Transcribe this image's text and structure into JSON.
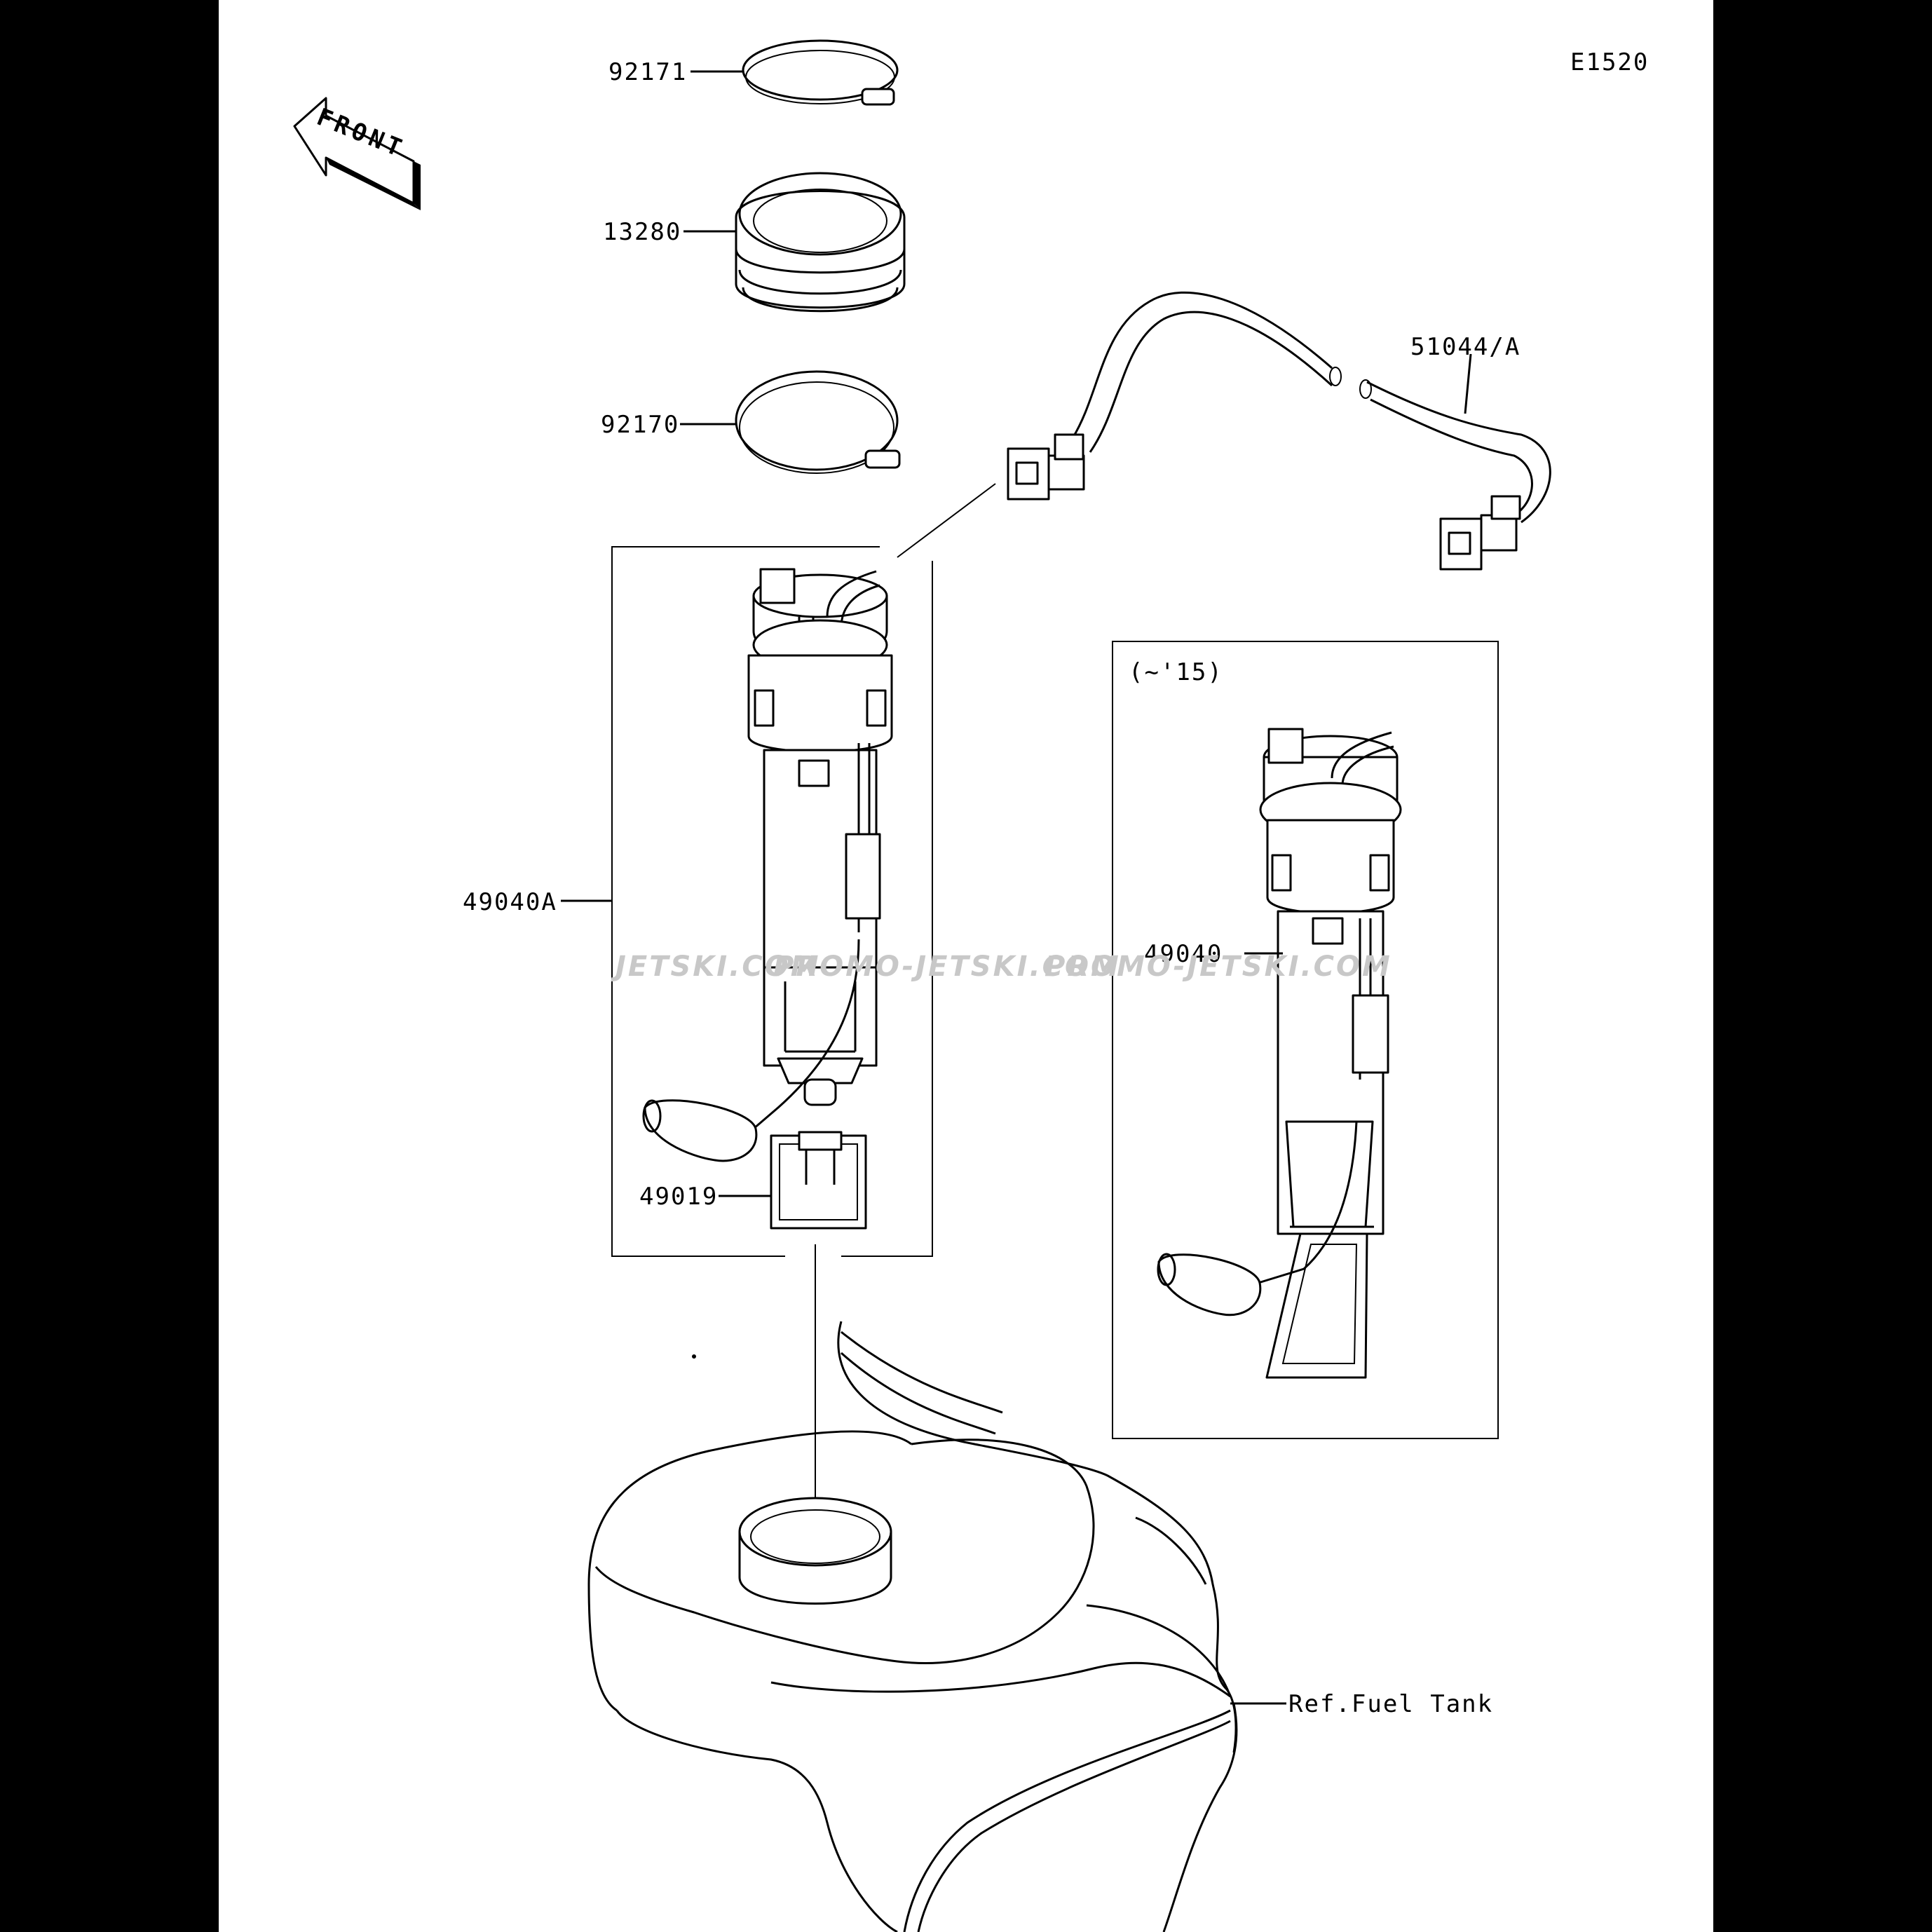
{
  "diagram": {
    "code": "E1520",
    "front_text": "FRONT",
    "variant_note": "(~'15)",
    "callouts": {
      "clamp_top": "92171",
      "grommet": "13280",
      "clamp_bottom": "92170",
      "fuel_hose": "51044/A",
      "pump_assy_a": "49040A",
      "pump_assy": "49040",
      "filter": "49019",
      "fuel_tank": "Ref.Fuel Tank"
    },
    "watermarks": [
      "JETSKI.COM",
      "PROMO-JETSKI.COM",
      "PROMO-JETSKI.COM"
    ]
  }
}
